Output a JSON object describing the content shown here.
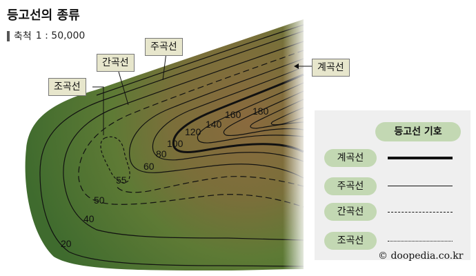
{
  "title": "등고선의 종류",
  "scale": {
    "label": "축척",
    "value": "1 : 50,000"
  },
  "callouts": {
    "josokseon": "조곡선",
    "gangokseon": "간곡선",
    "jugokseon": "주곡선",
    "gyegokseon": "계곡선"
  },
  "elevations": [
    "20",
    "40",
    "50",
    "55",
    "60",
    "80",
    "100",
    "120",
    "140",
    "160",
    "180"
  ],
  "legend": {
    "title": "등고선 기호",
    "items": [
      {
        "label": "계곡선",
        "style": "thick solid"
      },
      {
        "label": "주곡선",
        "style": "thin solid"
      },
      {
        "label": "간곡선",
        "style": "long dash"
      },
      {
        "label": "조곡선",
        "style": "short dash"
      }
    ]
  },
  "colors": {
    "terrain_low": "#3f6b2e",
    "terrain_high": "#8a6a3e",
    "label_bg": "#e7e6cc",
    "legend_pill": "#c3d8b3"
  },
  "copyright": "© doopedia.co.kr"
}
